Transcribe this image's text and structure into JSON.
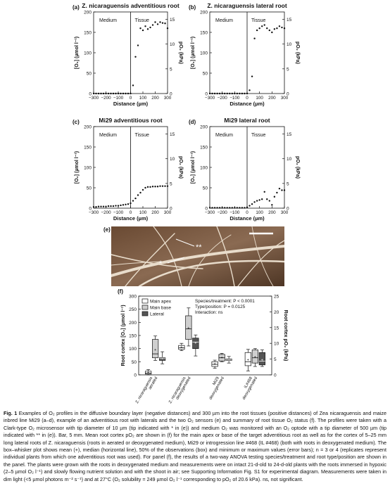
{
  "panels": [
    {
      "letter": "(a)",
      "title": "Z. nicaraguensis adventitious root",
      "left": "Medium",
      "right": "Tissue",
      "ylabel_left": "[O₂] (µmol l⁻¹)",
      "ylabel_right": "pO₂ (kPa)",
      "xlabel": "Distance (µm)"
    },
    {
      "letter": "(b)",
      "title": "Z. nicaraguensis lateral root",
      "left": "Medium",
      "right": "Tissue",
      "ylabel_left": "[O₂] (µmol l⁻¹)",
      "ylabel_right": "pO₂ (kPa)",
      "xlabel": "Distance (µm)"
    },
    {
      "letter": "(c)",
      "title": "Mi29 adventitious root",
      "left": "Medium",
      "right": "Tissue",
      "ylabel_left": "[O₂] (µmol l⁻¹)",
      "ylabel_right": "pO₂ (kPa)",
      "xlabel": "Distance (µm)"
    },
    {
      "letter": "(d)",
      "title": "Mi29 lateral root",
      "left": "Medium",
      "right": "Tissue",
      "ylabel_left": "[O₂] (µmol l⁻¹)",
      "ylabel_right": "pO₂ (kPa)",
      "xlabel": "Distance (µm)"
    }
  ],
  "photo": {
    "letter": "(e)",
    "mark1": "*",
    "mark2": "**"
  },
  "boxplot": {
    "letter": "(f)",
    "ylabel_left": "Root cortex [O₂] (µmol l⁻¹)",
    "ylabel_right": "Root cortex pO₂ (kPa)",
    "legend": [
      "Main apex",
      "Main base",
      "Lateral"
    ],
    "stats": [
      "Species/treatment: P < 0.0001",
      "Type/position: P = 0.0125",
      "Interaction: ns"
    ],
    "groups": [
      "Z. nicaraguensis aerated",
      "Z. nicaraguensis deoxygenated",
      "Mi29 deoxygenated",
      "IL#468 deoxygenated"
    ]
  },
  "caption": {
    "label": "Fig. 1",
    "text": " Examples of O₂ profiles in the diffusive boundary layer (negative distances) and 300 µm into the root tissues (positive distances) of Zea nicaraguensis and maize inbred line Mi29 (a–d), example of an adventitious root with laterals and the two O₂ sensors (e) and summary of root tissue O₂ status (f). The profiles were taken with a Clark-type O₂ microsensor with tip diameter of 10 µm (tip indicated with * in (e)) and medium O₂ was monitored with an O₂ optode with a tip diameter of 500 µm (tip indicated with ** in (e)). Bar, 5 mm. Mean root cortex pO₂ are shown in (f) for the main apex or base of the target adventitious root as well as for the cortex of 5–25 mm long lateral roots of Z. nicaraguensis (roots in aerated or deoxygenated medium), Mi29 or introgression line #468 (IL #468) (both with roots in deoxygenated medium). The box–whisker plot shows mean (+), median (horizontal line), 50% of the observations (box) and minimum or maximum values (error bars); n = 3 or 4 (replicates represent individual plants from which one adventitious root was used). For panel (f), the results of a two-way ANOVA testing species/treatment and root type/position are shown in the panel. The plants were grown with the roots in deoxygenated medium and measurements were on intact 21-d-old to 24-d-old plants with the roots immersed in hypoxic (2–5 µmol O₂ l⁻¹) and slowly flowing nutrient solution and with the shoot in air; see Supporting Information Fig. S1 for experimental diagram. Measurements were taken in dim light (<5 µmol photons m⁻² s⁻¹) and at 27°C (O₂ solubility = 249 µmol O₂ l⁻¹ corresponding to pO₂ of 20.6 kPa). ns, not significant."
  },
  "chart_data": [
    {
      "type": "scatter",
      "title": "Z. nicaraguensis adventitious root",
      "xlabel": "Distance (µm)",
      "ylabel": "[O₂] (µmol l⁻¹)",
      "ylabel_right": "pO₂ (kPa)",
      "xlim": [
        -300,
        300
      ],
      "ylim": [
        0,
        200
      ],
      "ylim_right": [
        0,
        16.5
      ],
      "xticks": [
        -300,
        -200,
        -100,
        0,
        100,
        200,
        300
      ],
      "yticks": [
        0,
        50,
        100,
        150,
        200
      ],
      "yticks_right": [
        0,
        5,
        10,
        15
      ],
      "x": [
        -300,
        -280,
        -260,
        -240,
        -220,
        -200,
        -180,
        -160,
        -140,
        -120,
        -100,
        -80,
        -60,
        -40,
        -20,
        0,
        20,
        40,
        60,
        80,
        100,
        120,
        140,
        160,
        180,
        200,
        220,
        240,
        260,
        280,
        300
      ],
      "y": [
        0,
        0,
        0,
        0,
        0,
        0,
        0,
        0,
        0,
        0,
        0,
        0,
        0,
        0,
        0,
        0,
        20,
        90,
        118,
        160,
        155,
        165,
        158,
        162,
        168,
        175,
        170,
        175,
        173,
        172,
        160
      ]
    },
    {
      "type": "scatter",
      "title": "Z. nicaraguensis lateral root",
      "xlabel": "Distance (µm)",
      "ylabel": "[O₂] (µmol l⁻¹)",
      "ylabel_right": "pO₂ (kPa)",
      "xlim": [
        -300,
        300
      ],
      "ylim": [
        0,
        200
      ],
      "ylim_right": [
        0,
        16.5
      ],
      "xticks": [
        -300,
        -200,
        -100,
        0,
        100,
        200,
        300
      ],
      "yticks": [
        0,
        50,
        100,
        150,
        200
      ],
      "yticks_right": [
        0,
        5,
        10,
        15
      ],
      "x": [
        -300,
        -280,
        -260,
        -240,
        -220,
        -200,
        -180,
        -160,
        -140,
        -120,
        -100,
        -80,
        -60,
        -40,
        -20,
        0,
        20,
        40,
        60,
        80,
        100,
        120,
        140,
        160,
        180,
        200,
        220,
        240,
        260,
        280,
        300
      ],
      "y": [
        0,
        0,
        0,
        0,
        0,
        0,
        0,
        0,
        0,
        0,
        0,
        0,
        0,
        0,
        0,
        0,
        8,
        42,
        135,
        155,
        160,
        165,
        168,
        160,
        155,
        150,
        158,
        160,
        165,
        162,
        160
      ]
    },
    {
      "type": "scatter",
      "title": "Mi29 adventitious root",
      "xlabel": "Distance (µm)",
      "ylabel": "[O₂] (µmol l⁻¹)",
      "ylabel_right": "pO₂ (kPa)",
      "xlim": [
        -300,
        300
      ],
      "ylim": [
        0,
        200
      ],
      "ylim_right": [
        0,
        16.5
      ],
      "xticks": [
        -300,
        -200,
        -100,
        0,
        100,
        200,
        300
      ],
      "yticks": [
        0,
        50,
        100,
        150,
        200
      ],
      "yticks_right": [
        0,
        5,
        10,
        15
      ],
      "x": [
        -300,
        -280,
        -260,
        -240,
        -220,
        -200,
        -180,
        -160,
        -140,
        -120,
        -100,
        -80,
        -60,
        -40,
        -20,
        0,
        20,
        40,
        60,
        80,
        100,
        120,
        140,
        160,
        180,
        200,
        220,
        240,
        260,
        280,
        300
      ],
      "y": [
        3,
        3,
        4,
        4,
        4,
        4,
        5,
        5,
        5,
        6,
        6,
        7,
        8,
        9,
        10,
        12,
        18,
        24,
        32,
        38,
        45,
        50,
        52,
        52,
        53,
        53,
        53,
        54,
        54,
        54,
        54
      ]
    },
    {
      "type": "scatter",
      "title": "Mi29 lateral root",
      "xlabel": "Distance (µm)",
      "ylabel": "[O₂] (µmol l⁻¹)",
      "ylabel_right": "pO₂ (kPa)",
      "xlim": [
        -300,
        300
      ],
      "ylim": [
        0,
        200
      ],
      "ylim_right": [
        0,
        16.5
      ],
      "xticks": [
        -300,
        -200,
        -100,
        0,
        100,
        200,
        300
      ],
      "yticks": [
        0,
        50,
        100,
        150,
        200
      ],
      "yticks_right": [
        0,
        5,
        10,
        15
      ],
      "x": [
        -300,
        -280,
        -260,
        -240,
        -220,
        -200,
        -180,
        -160,
        -140,
        -120,
        -100,
        -80,
        -60,
        -40,
        -20,
        0,
        20,
        40,
        60,
        80,
        100,
        120,
        140,
        160,
        180,
        200,
        220,
        240,
        260,
        280,
        300
      ],
      "y": [
        1,
        1,
        1,
        1,
        1,
        1,
        1,
        1,
        1,
        1,
        1,
        1,
        1,
        1,
        1,
        2,
        6,
        10,
        15,
        18,
        20,
        22,
        40,
        22,
        18,
        8,
        28,
        38,
        48,
        44,
        44
      ]
    },
    {
      "type": "box",
      "title": "",
      "ylabel": "Root cortex [O₂] (µmol l⁻¹)",
      "ylabel_right": "Root cortex pO₂ (kPa)",
      "ylim": [
        0,
        300
      ],
      "ylim_right": [
        0,
        25
      ],
      "yticks": [
        0,
        50,
        100,
        150,
        200,
        250,
        300
      ],
      "yticks_right": [
        0,
        5,
        10,
        15,
        20,
        25
      ],
      "categories": [
        "Z. nicaraguensis aerated",
        "Z. nicaraguensis deoxygenated",
        "Mi29 deoxygenated",
        "IL#468 deoxygenated"
      ],
      "series": [
        {
          "name": "Main apex",
          "boxes": [
            {
              "min": 0,
              "q1": 3,
              "median": 7,
              "q3": 14,
              "max": 20,
              "mean": 10
            },
            {
              "min": 92,
              "q1": 97,
              "median": 103,
              "q3": 112,
              "max": 120,
              "mean": 106
            },
            {
              "min": 25,
              "q1": 32,
              "median": 40,
              "q3": 50,
              "max": 56,
              "mean": 43
            },
            {
              "min": 15,
              "q1": 35,
              "median": 50,
              "q3": 85,
              "max": 97,
              "mean": 57
            }
          ]
        },
        {
          "name": "Main base",
          "boxes": [
            {
              "min": 55,
              "q1": 65,
              "median": 80,
              "q3": 135,
              "max": 148,
              "mean": 97
            },
            {
              "min": 110,
              "q1": 135,
              "median": 175,
              "q3": 225,
              "max": 255,
              "mean": 179
            },
            {
              "min": 50,
              "q1": 53,
              "median": 65,
              "q3": 78,
              "max": 82,
              "mean": 67
            },
            {
              "min": 32,
              "q1": 45,
              "median": 65,
              "q3": 95,
              "max": 100,
              "mean": 68
            }
          ]
        },
        {
          "name": "Lateral",
          "boxes": [
            {
              "min": 42,
              "q1": 55,
              "median": 62,
              "q3": 65,
              "max": 88,
              "mean": 63
            },
            {
              "min": 72,
              "q1": 100,
              "median": 125,
              "q3": 140,
              "max": 152,
              "mean": 122
            },
            {
              "min": 45,
              "q1": 55,
              "median": 57,
              "q3": 60,
              "max": 70,
              "mean": 58
            },
            {
              "min": 32,
              "q1": 38,
              "median": 52,
              "q3": 85,
              "max": 95,
              "mean": 57
            }
          ]
        }
      ]
    }
  ]
}
